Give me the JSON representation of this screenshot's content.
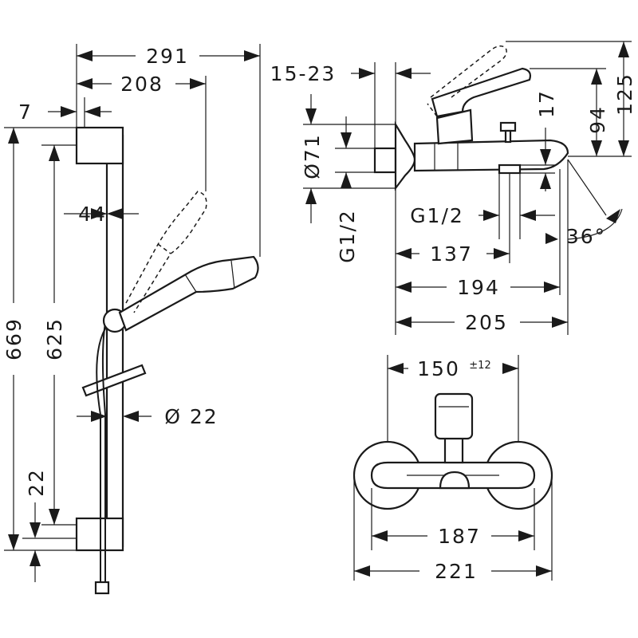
{
  "dimensions": {
    "d291": "291",
    "d208": "208",
    "d7": "7",
    "d44": "44",
    "d669": "669",
    "d625": "625",
    "d22_len": "22",
    "d22_dia": "Ø 22",
    "d15_23": "15-23",
    "d125": "125",
    "d94": "94",
    "d17": "17",
    "d71": "Ø71",
    "g12_vert": "G1/2",
    "g12_horiz": "G1/2",
    "d36": "36°",
    "d137": "137",
    "d194": "194",
    "d205": "205",
    "d150": "150",
    "d150_tol": "±12",
    "d187": "187",
    "d221": "221"
  },
  "colors": {
    "line": "#1a1a1a",
    "background": "#ffffff"
  }
}
